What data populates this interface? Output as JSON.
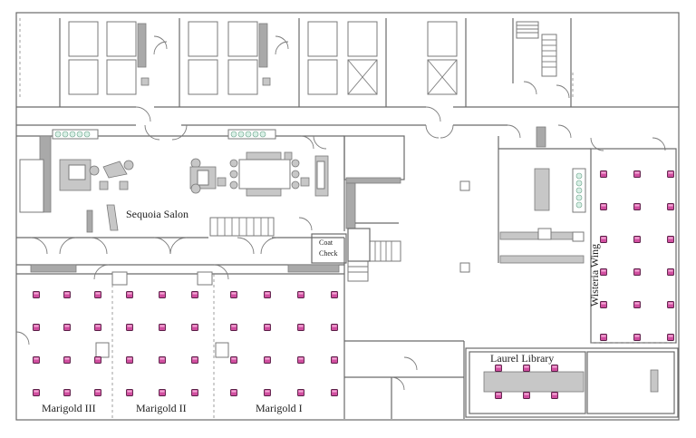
{
  "map": {
    "rooms": {
      "sequoia_salon": "Sequoia Salon",
      "coat_check_line1": "Coat",
      "coat_check_line2": "Check",
      "marigold_iii": "Marigold III",
      "marigold_ii": "Marigold II",
      "marigold_i": "Marigold I",
      "laurel_library": "Laurel Library",
      "wisteria_wing": "Wisteria Wing"
    },
    "colors": {
      "seat": "#d14fa0",
      "wall": "#6a6a6a",
      "furniture": "#a9a9a9"
    },
    "seating": {
      "marigold_iii": {
        "rows": 4,
        "cols": 3
      },
      "marigold_ii": {
        "rows": 4,
        "cols": 3
      },
      "marigold_i": {
        "rows": 4,
        "cols": 4
      },
      "wisteria_wing": {
        "rows": 6,
        "cols": 3
      },
      "laurel_library": {
        "rows": 2,
        "cols": 3
      }
    }
  }
}
